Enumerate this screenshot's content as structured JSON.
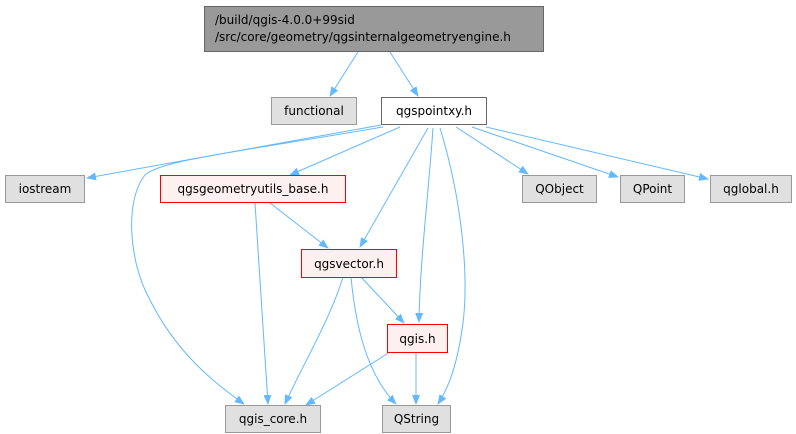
{
  "nodes": {
    "root": {
      "line1": "/build/qgis-4.0.0+99sid",
      "line2": "/src/core/geometry/qgsinternalgeometryengine.h"
    },
    "functional": "functional",
    "qgspointxy": "qgspointxy.h",
    "iostream": "iostream",
    "geomutils": "qgsgeometryutils_base.h",
    "qobject": "QObject",
    "qpoint": "QPoint",
    "qglobal": "qglobal.h",
    "qgsvector": "qgsvector.h",
    "qgis": "qgis.h",
    "qgis_core": "qgis_core.h",
    "qstring": "QString"
  },
  "edges": [
    [
      "root",
      "functional"
    ],
    [
      "root",
      "qgspointxy"
    ],
    [
      "qgspointxy",
      "iostream"
    ],
    [
      "qgspointxy",
      "qgis_core"
    ],
    [
      "qgspointxy",
      "geomutils"
    ],
    [
      "qgspointxy",
      "qgsvector"
    ],
    [
      "qgspointxy",
      "qgis"
    ],
    [
      "qgspointxy",
      "qstring"
    ],
    [
      "qgspointxy",
      "qobject"
    ],
    [
      "qgspointxy",
      "qpoint"
    ],
    [
      "qgspointxy",
      "qglobal"
    ],
    [
      "geomutils",
      "qgis_core"
    ],
    [
      "geomutils",
      "qgsvector"
    ],
    [
      "qgsvector",
      "qgis_core"
    ],
    [
      "qgsvector",
      "qstring"
    ],
    [
      "qgsvector",
      "qgis"
    ],
    [
      "qgis",
      "qgis_core"
    ],
    [
      "qgis",
      "qstring"
    ]
  ],
  "colors": {
    "edge": "#63b8ff",
    "highlight_border": "#ff0000"
  }
}
